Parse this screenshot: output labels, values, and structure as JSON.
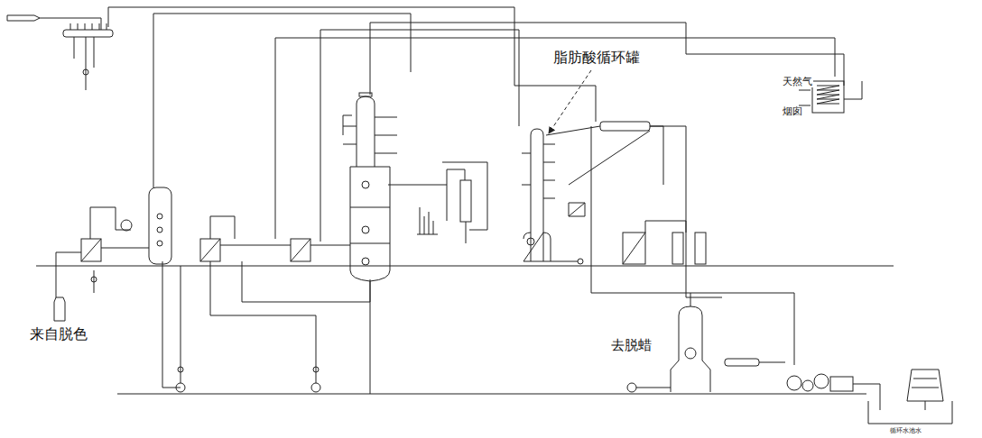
{
  "diagram": {
    "labels": [
      "脂肪酸循环罐",
      "天然气",
      "烟囱",
      "来自脱色",
      "去脱蜡",
      "循环水池水"
    ]
  }
}
